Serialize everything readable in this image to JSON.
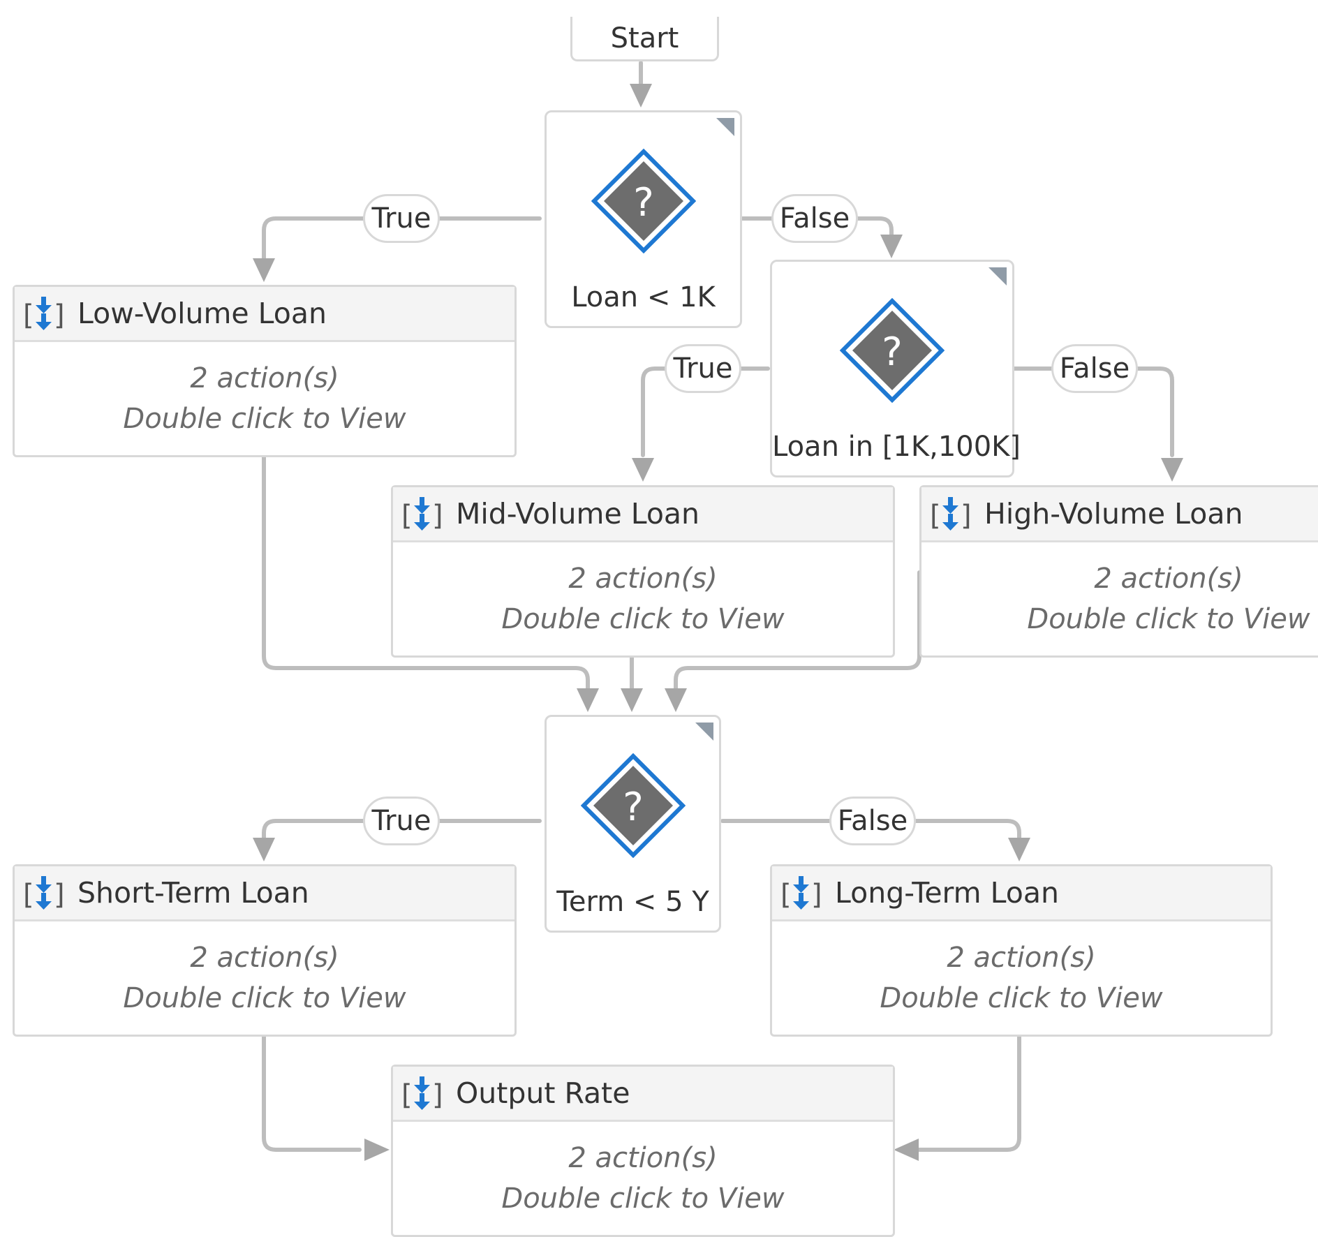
{
  "start": {
    "label": "Start"
  },
  "decisions": {
    "loan_lt_1k": {
      "label": "Loan < 1K"
    },
    "loan_in_range": {
      "label": "Loan in [1K,100K]"
    },
    "term_lt_5y": {
      "label": "Term < 5 Y"
    }
  },
  "branch_labels": {
    "true": "True",
    "false": "False"
  },
  "sequences": {
    "low_volume": {
      "title": "Low-Volume Loan",
      "actions": "2 action(s)",
      "hint": "Double click to View"
    },
    "mid_volume": {
      "title": "Mid-Volume Loan",
      "actions": "2 action(s)",
      "hint": "Double click to View"
    },
    "high_volume": {
      "title": "High-Volume Loan",
      "actions": "2 action(s)",
      "hint": "Double click to View"
    },
    "short_term": {
      "title": "Short-Term Loan",
      "actions": "2 action(s)",
      "hint": "Double click to View"
    },
    "long_term": {
      "title": "Long-Term Loan",
      "actions": "2 action(s)",
      "hint": "Double click to View"
    },
    "output_rate": {
      "title": "Output Rate",
      "actions": "2 action(s)",
      "hint": "Double click to View"
    }
  },
  "colors": {
    "connector": "#bdbdbd",
    "arrowhead": "#a6a6a6",
    "node_border": "#d8d8d8",
    "decision_diamond_fill": "#6d6d6d",
    "decision_diamond_outline": "#1e78d2",
    "sequence_icon": "#1e78d2",
    "corner_marker": "#8f9ba7"
  }
}
